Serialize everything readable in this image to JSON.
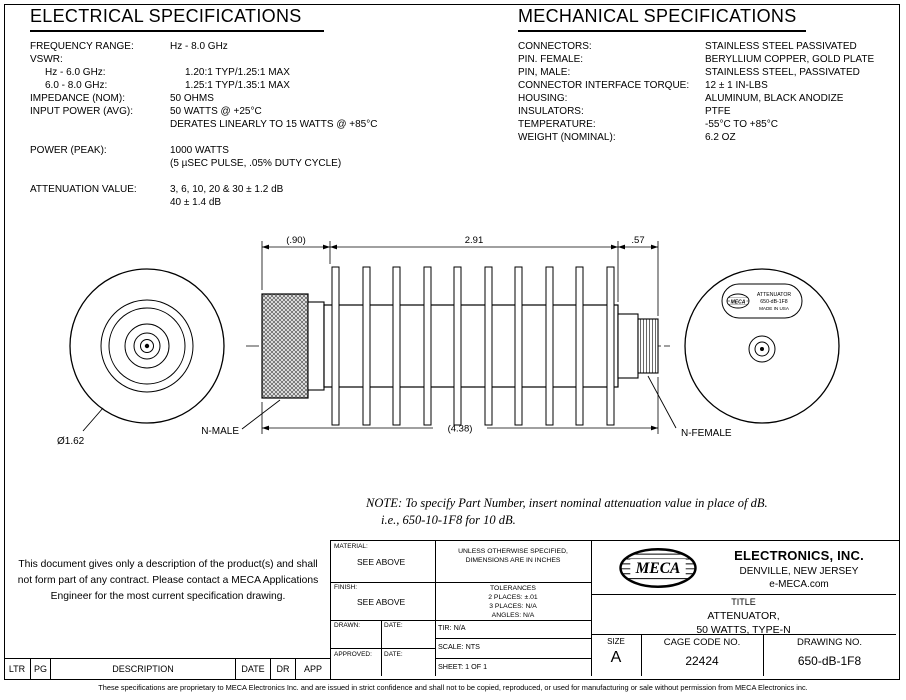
{
  "electrical": {
    "title": "ELECTRICAL SPECIFICATIONS",
    "rows": [
      {
        "label": "FREQUENCY RANGE:",
        "value": "Hz - 8.0 GHz"
      },
      {
        "label": "VSWR:",
        "value": ""
      },
      {
        "label": "Hz - 6.0 GHz:",
        "value": "1.20:1 TYP/1.25:1 MAX"
      },
      {
        "label": "6.0 - 8.0 GHz:",
        "value": "1.25:1 TYP/1.35:1 MAX"
      },
      {
        "label": "IMPEDANCE (NOM):",
        "value": "50 OHMS"
      },
      {
        "label": "INPUT POWER (AVG):",
        "value": "50 WATTS @ +25°C"
      },
      {
        "label": "",
        "value": "DERATES LINEARLY TO 15 WATTS @ +85°C"
      },
      {
        "label": "POWER (PEAK):",
        "value": "1000 WATTS"
      },
      {
        "label": "",
        "value": "(5 µSEC PULSE, .05% DUTY CYCLE)"
      },
      {
        "label": "ATTENUATION VALUE:",
        "value": "3, 6, 10, 20 & 30 ± 1.2 dB"
      },
      {
        "label": "",
        "value": "40 ± 1.4 dB"
      }
    ]
  },
  "mechanical": {
    "title": "MECHANICAL SPECIFICATIONS",
    "rows": [
      {
        "label": "CONNECTORS:",
        "value": "STAINLESS STEEL PASSIVATED"
      },
      {
        "label": "PIN. FEMALE:",
        "value": "BERYLLIUM COPPER, GOLD PLATE"
      },
      {
        "label": "PIN, MALE:",
        "value": "STAINLESS STEEL, PASSIVATED"
      },
      {
        "label": "CONNECTOR INTERFACE TORQUE:",
        "value": "12 ± 1 IN-LBS"
      },
      {
        "label": "HOUSING:",
        "value": "ALUMINUM, BLACK ANODIZE"
      },
      {
        "label": "INSULATORS:",
        "value": "PTFE"
      },
      {
        "label": "TEMPERATURE:",
        "value": "-55°C TO +85°C"
      },
      {
        "label": "WEIGHT (NOMINAL):",
        "value": "6.2 OZ"
      }
    ]
  },
  "drawing": {
    "dim_connector": "(.90)",
    "dim_body": "2.91",
    "dim_right": ".57",
    "dim_overall": "(4.38)",
    "dim_diameter": "Ø1.62",
    "n_male_label": "N-MALE",
    "n_female_label": "N-FEMALE",
    "device_label": {
      "logo": "MECA",
      "line1": "ATTENUATOR",
      "line2": "650-dB-1F8",
      "line3": "MADE IN USA"
    }
  },
  "note": {
    "line1": "NOTE: To specify Part Number, insert nominal attenuation value in place of dB.",
    "line2": "i.e., 650-10-1F8 for 10 dB."
  },
  "disclaimer": "This document gives only a description of the product(s) and shall not form part of any contract. Please contact a MECA Applications Engineer for the most current specification drawing.",
  "title_block": {
    "material_label": "MATERIAL:",
    "material_value": "SEE ABOVE",
    "finish_label": "FINISH:",
    "finish_value": "SEE ABOVE",
    "drawn_label": "DRAWN:",
    "drawn_date_label": "DATE:",
    "approved_label": "APPROVED:",
    "approved_date_label": "DATE:",
    "dims_note": "UNLESS OTHERWISE SPECIFIED, DIMENSIONS ARE IN INCHES",
    "tolerances_title": "TOLERANCES",
    "tol_2places": "2 PLACES: ±.01",
    "tol_3places": "3 PLACES: N/A",
    "tol_angles": "ANGLES: N/A",
    "tir": "TIR: N/A",
    "scale": "SCALE: NTS",
    "sheet": "SHEET: 1 OF 1",
    "size_label": "SIZE",
    "size_value": "A",
    "cage_label": "CAGE CODE NO.",
    "cage_value": "22424",
    "drawing_no_label": "DRAWING NO.",
    "drawing_no_value": "650-dB-1F8",
    "company_logo": "MECA",
    "company_name": "ELECTRONICS, INC.",
    "company_city": "DENVILLE, NEW JERSEY",
    "company_web": "e-MECA.com",
    "title_label": "TITLE",
    "title_line1": "ATTENUATOR,",
    "title_line2": "50 WATTS, TYPE-N"
  },
  "revision_table": {
    "headers": [
      "LTR",
      "PG",
      "DESCRIPTION",
      "DATE",
      "DR",
      "APP"
    ]
  },
  "footer": "These specifications are proprietary to MECA Electronics Inc. and are issued in strict confidence and shall not to be copied, reproduced, or used for manufacturing or sale without permission from MECA Electronics inc."
}
